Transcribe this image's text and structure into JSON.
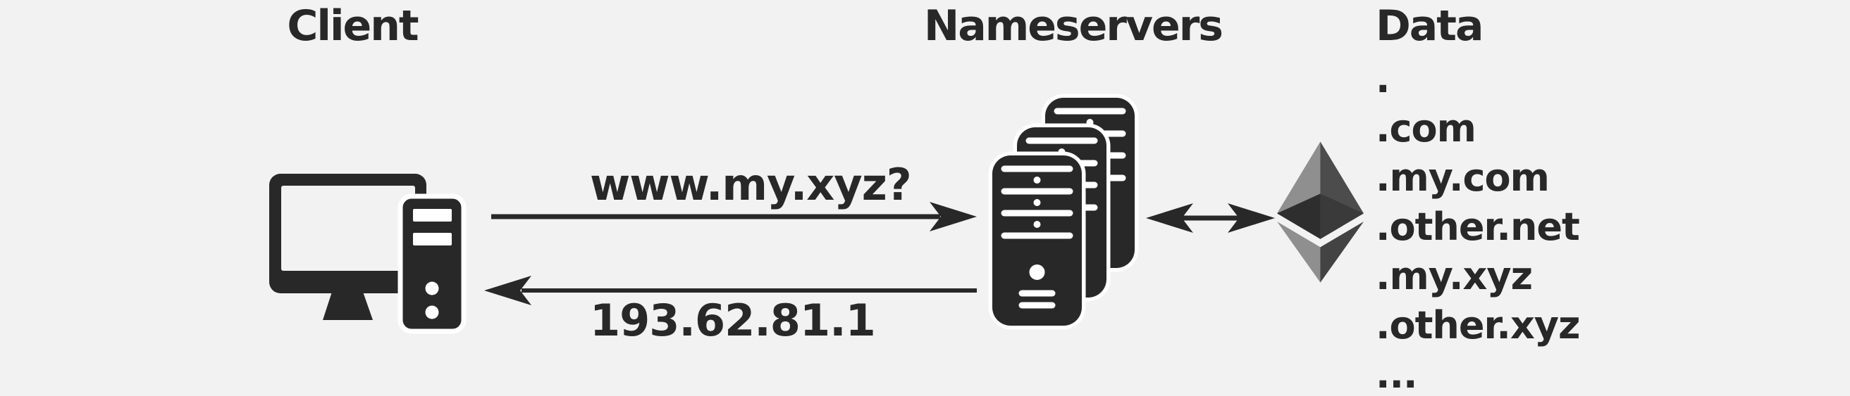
{
  "diagram": {
    "client": {
      "title": "Client",
      "icon": "desktop-computer"
    },
    "nameservers": {
      "title": "Nameservers",
      "icon": "server-stack"
    },
    "data": {
      "title": "Data",
      "icon": "ethereum-logo",
      "items": [
        ".",
        ".com",
        ".my.com",
        ".other.net",
        ".my.xyz",
        ".other.xyz",
        "..."
      ]
    },
    "arrows": {
      "query": {
        "label": "www.my.xyz?",
        "from": "client",
        "to": "nameservers"
      },
      "response": {
        "label": "193.62.81.1",
        "from": "nameservers",
        "to": "client"
      },
      "lookup": {
        "from": "nameservers",
        "to": "data",
        "bidirectional": true
      }
    },
    "colors": {
      "background": "#f2f2f2",
      "ink": "#282828",
      "eth_light": "#8f8f8f",
      "eth_top_right": "#4c4c4c",
      "eth_inner_left": "#2e2e2e",
      "eth_inner_right": "#3a3a3a",
      "eth_bottom_right": "#434343"
    }
  }
}
